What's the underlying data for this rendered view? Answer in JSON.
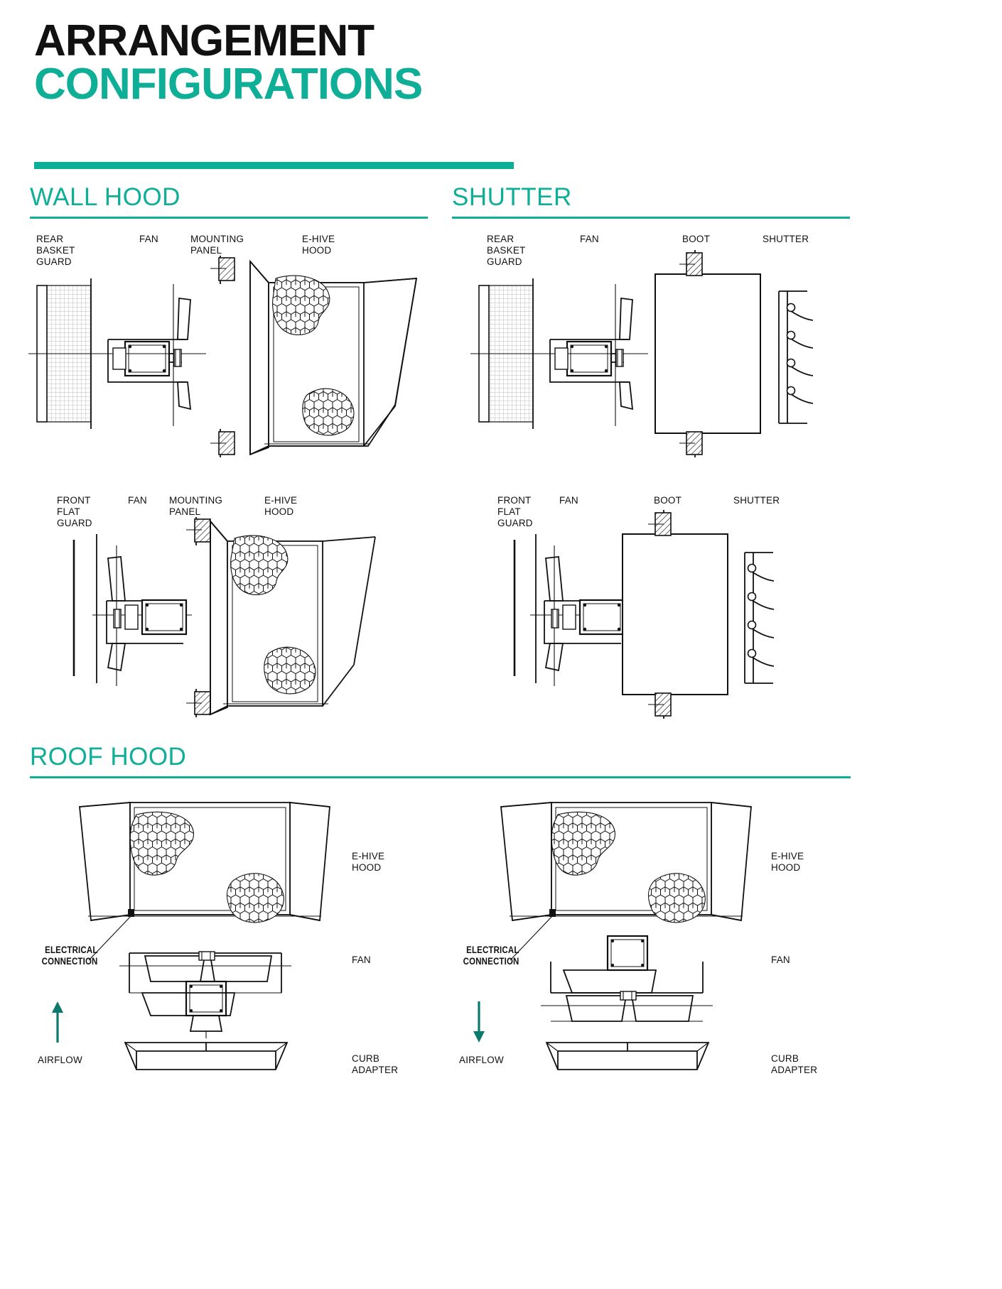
{
  "title": {
    "line1": "ARRANGEMENT",
    "line2": "CONFIGURATIONS",
    "accent_color": "#0fae96"
  },
  "sections": [
    {
      "id": "wall-hood",
      "heading": "WALL HOOD"
    },
    {
      "id": "shutter",
      "heading": "SHUTTER"
    },
    {
      "id": "roof-hood",
      "heading": "ROOF HOOD"
    }
  ],
  "wall_hood": {
    "row1": {
      "labels": [
        {
          "key": "rear-basket-guard",
          "text": "REAR\nBASKET\nGUARD"
        },
        {
          "key": "fan",
          "text": "FAN"
        },
        {
          "key": "mounting-panel",
          "text": "MOUNTING\nPANEL"
        },
        {
          "key": "e-hive-hood",
          "text": "E-HIVE\nHOOD"
        }
      ]
    },
    "row2": {
      "labels": [
        {
          "key": "front-flat-guard",
          "text": "FRONT\nFLAT\nGUARD"
        },
        {
          "key": "fan",
          "text": "FAN"
        },
        {
          "key": "mounting-panel",
          "text": "MOUNTING\nPANEL"
        },
        {
          "key": "e-hive-hood",
          "text": "E-HIVE\nHOOD"
        }
      ]
    }
  },
  "shutter": {
    "row1": {
      "labels": [
        {
          "key": "rear-basket-guard",
          "text": "REAR\nBASKET\nGUARD"
        },
        {
          "key": "fan",
          "text": "FAN"
        },
        {
          "key": "boot",
          "text": "BOOT"
        },
        {
          "key": "shutter",
          "text": "SHUTTER"
        }
      ]
    },
    "row2": {
      "labels": [
        {
          "key": "front-flat-guard",
          "text": "FRONT\nFLAT\nGUARD"
        },
        {
          "key": "fan",
          "text": "FAN"
        },
        {
          "key": "boot",
          "text": "BOOT"
        },
        {
          "key": "shutter",
          "text": "SHUTTER"
        }
      ]
    }
  },
  "roof_hood": {
    "left": {
      "airflow_direction": "up",
      "labels": [
        {
          "key": "e-hive-hood",
          "text": "E-HIVE\nHOOD"
        },
        {
          "key": "fan",
          "text": "FAN"
        },
        {
          "key": "curb-adapter",
          "text": "CURB\nADAPTER"
        },
        {
          "key": "electrical-connection",
          "text": "ELECTRICAL\nCONNECTION"
        },
        {
          "key": "airflow",
          "text": "AIRFLOW"
        }
      ]
    },
    "right": {
      "airflow_direction": "down",
      "labels": [
        {
          "key": "e-hive-hood",
          "text": "E-HIVE\nHOOD"
        },
        {
          "key": "fan",
          "text": "FAN"
        },
        {
          "key": "curb-adapter",
          "text": "CURB\nADAPTER"
        },
        {
          "key": "electrical-connection",
          "text": "ELECTRICAL\nCONNECTION"
        },
        {
          "key": "airflow",
          "text": "AIRFLOW"
        }
      ]
    }
  }
}
